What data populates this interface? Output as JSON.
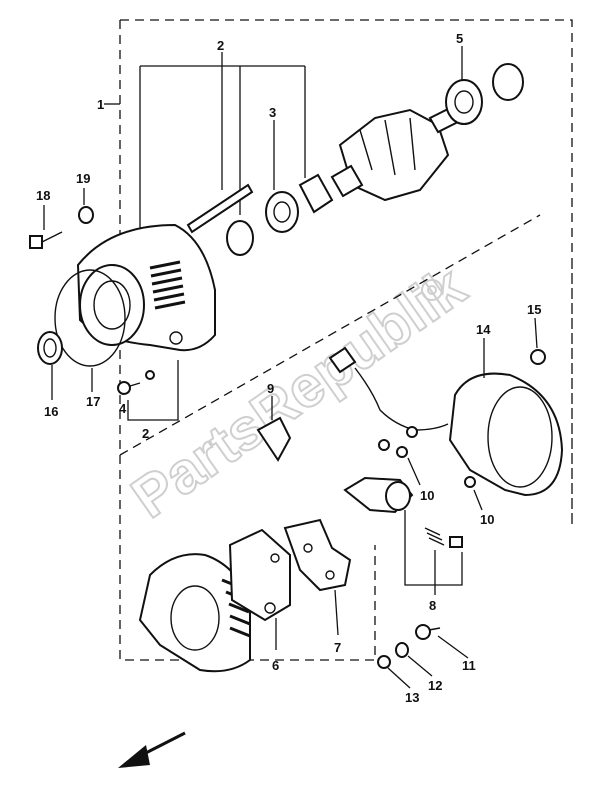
{
  "watermark": "PartsRepublik",
  "callouts": [
    {
      "id": "callout-1",
      "text": "1"
    },
    {
      "id": "callout-2-top",
      "text": "2"
    },
    {
      "id": "callout-2-bottom",
      "text": "2"
    },
    {
      "id": "callout-3",
      "text": "3"
    },
    {
      "id": "callout-4",
      "text": "4"
    },
    {
      "id": "callout-5",
      "text": "5"
    },
    {
      "id": "callout-6",
      "text": "6"
    },
    {
      "id": "callout-7",
      "text": "7"
    },
    {
      "id": "callout-8",
      "text": "8"
    },
    {
      "id": "callout-9",
      "text": "9"
    },
    {
      "id": "callout-10-a",
      "text": "10"
    },
    {
      "id": "callout-10-b",
      "text": "10"
    },
    {
      "id": "callout-11",
      "text": "11"
    },
    {
      "id": "callout-12",
      "text": "12"
    },
    {
      "id": "callout-13",
      "text": "13"
    },
    {
      "id": "callout-14",
      "text": "14"
    },
    {
      "id": "callout-15",
      "text": "15"
    },
    {
      "id": "callout-16",
      "text": "16"
    },
    {
      "id": "callout-17",
      "text": "17"
    },
    {
      "id": "callout-18",
      "text": "18"
    },
    {
      "id": "callout-19",
      "text": "19"
    }
  ]
}
